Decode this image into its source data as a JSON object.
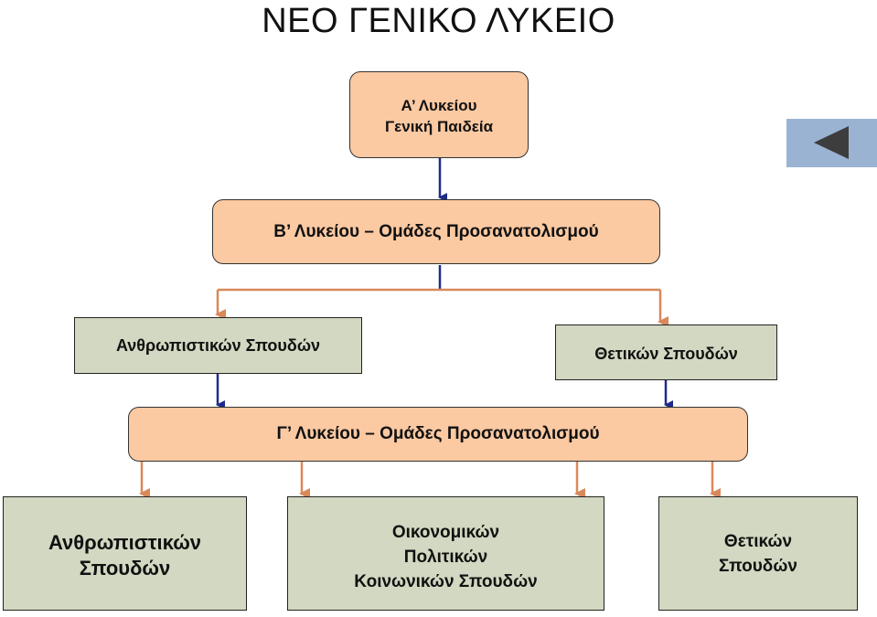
{
  "title": "ΝΕΟ ΓΕΝΙΚΟ ΛΥΚΕΙΟ",
  "grade_a": {
    "line1": "Α’ Λυκείου",
    "line2": "Γενική Παιδεία"
  },
  "grade_b": "Β’ Λυκείου – Ομάδες Προσανατολισμού",
  "b_humanities": "Ανθρωπιστικών Σπουδών",
  "b_sciences": "Θετικών Σπουδών",
  "grade_c": "Γ’ Λυκείου – Ομάδες Προσανατολισμού",
  "c_humanities": {
    "line1": "Ανθρωπιστικών",
    "line2": "Σπουδών"
  },
  "c_economics": {
    "line1": "Οικονομικών",
    "line2": "Πολιτικών",
    "line3": "Κοινωνικών Σπουδών"
  },
  "c_sciences": {
    "line1": "Θετικών",
    "line2": "Σπουδών"
  },
  "icons": {
    "back": "back-arrow-icon"
  },
  "colors": {
    "orange_fill": "#fbc9a2",
    "green_fill": "#d2d8c1",
    "blue_arrow": "#1f2b8a",
    "orange_arrow": "#d9885a",
    "nav_button": "#9ab3d3"
  }
}
